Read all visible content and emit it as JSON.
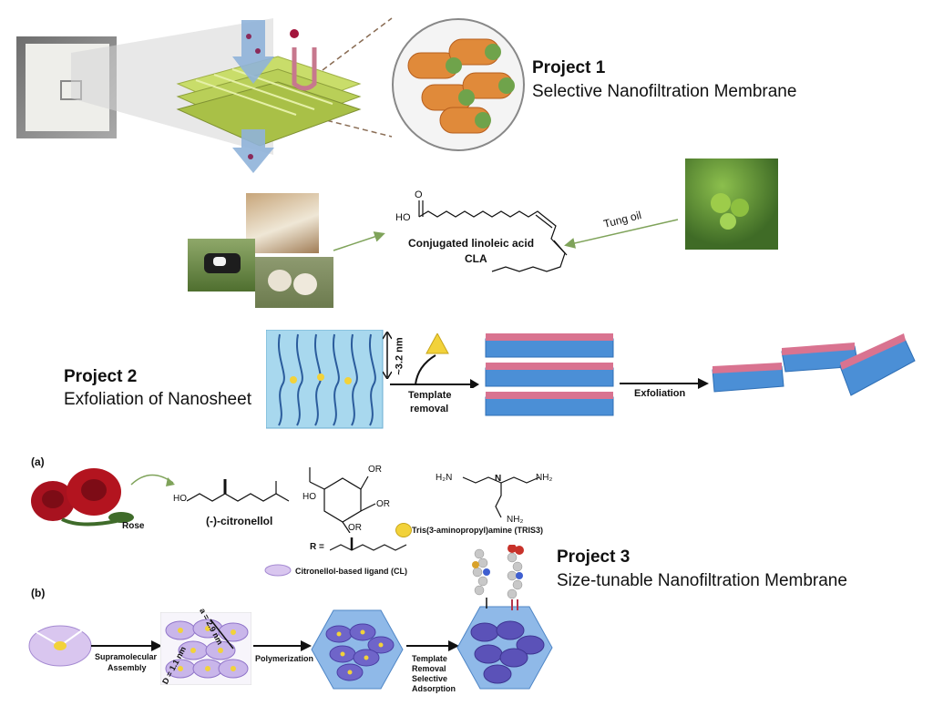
{
  "project1": {
    "title": "Project 1",
    "subtitle": "Selective Nanofiltration Membrane"
  },
  "project2": {
    "title": "Project 2",
    "subtitle": "Exfoliation of Nanosheet",
    "cla_name": "Conjugated linoleic acid",
    "cla_abbr": "CLA",
    "ho_label": "HO",
    "o_label": "O",
    "tung_oil": "Tung oil",
    "dimension": "~3.2 nm",
    "template_removal": [
      "Template",
      "removal"
    ],
    "exfoliation": "Exfoliation"
  },
  "project3": {
    "title": "Project 3",
    "subtitle": "Size-tunable Nanofiltration Membrane",
    "panel_a": "(a)",
    "panel_b": "(b)",
    "rose": "Rose",
    "citronellol": "(-)-citronellol",
    "ho_label": "HO",
    "or_label": "OR",
    "r_label": "R =",
    "tris_formula": "N",
    "h2n": "H₂N",
    "nh2": "NH₂",
    "tris_name": "Tris(3-aminopropyl)amine (TRIS3)",
    "cl_name": "Citronellol-based ligand (CL)",
    "supramolecular": [
      "Supramolecular",
      "Assembly"
    ],
    "a_dim": "a = 2.9 nm",
    "d_dim": "D = 1.1 nm",
    "polymerization": "Polymerization",
    "steps": [
      "Template",
      "Removal",
      "Selective",
      "Adsorption"
    ]
  },
  "colors": {
    "membrane_green": "#c9dd6a",
    "sheet_blue": "#4b8fd6",
    "hex_purple": "#c9b6ea",
    "arrow_green": "#7fa35a"
  }
}
